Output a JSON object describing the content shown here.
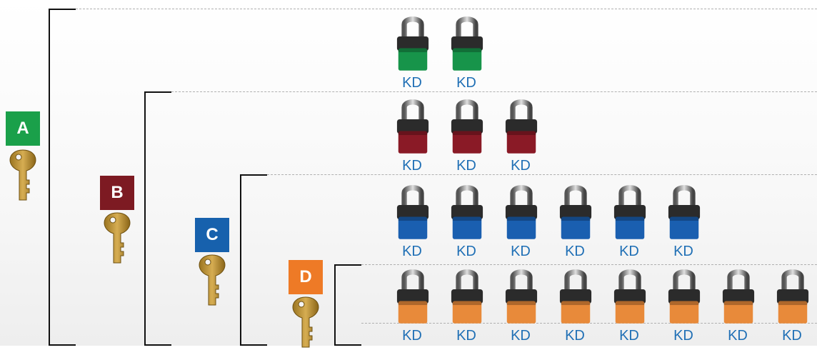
{
  "groups": [
    {
      "letter": "A",
      "color": "#1aa04a",
      "lock_body": "#17944a",
      "lock_count": 2
    },
    {
      "letter": "B",
      "color": "#7d1a22",
      "lock_body": "#8a1a26",
      "lock_count": 3
    },
    {
      "letter": "C",
      "color": "#1761ad",
      "lock_body": "#1a5fb0",
      "lock_count": 6
    },
    {
      "letter": "D",
      "color": "#ee7a26",
      "lock_body": "#e88a3a",
      "lock_count": 8
    }
  ],
  "lock_label": "KD",
  "icons": {
    "key": "key-icon",
    "padlock": "padlock-icon"
  }
}
